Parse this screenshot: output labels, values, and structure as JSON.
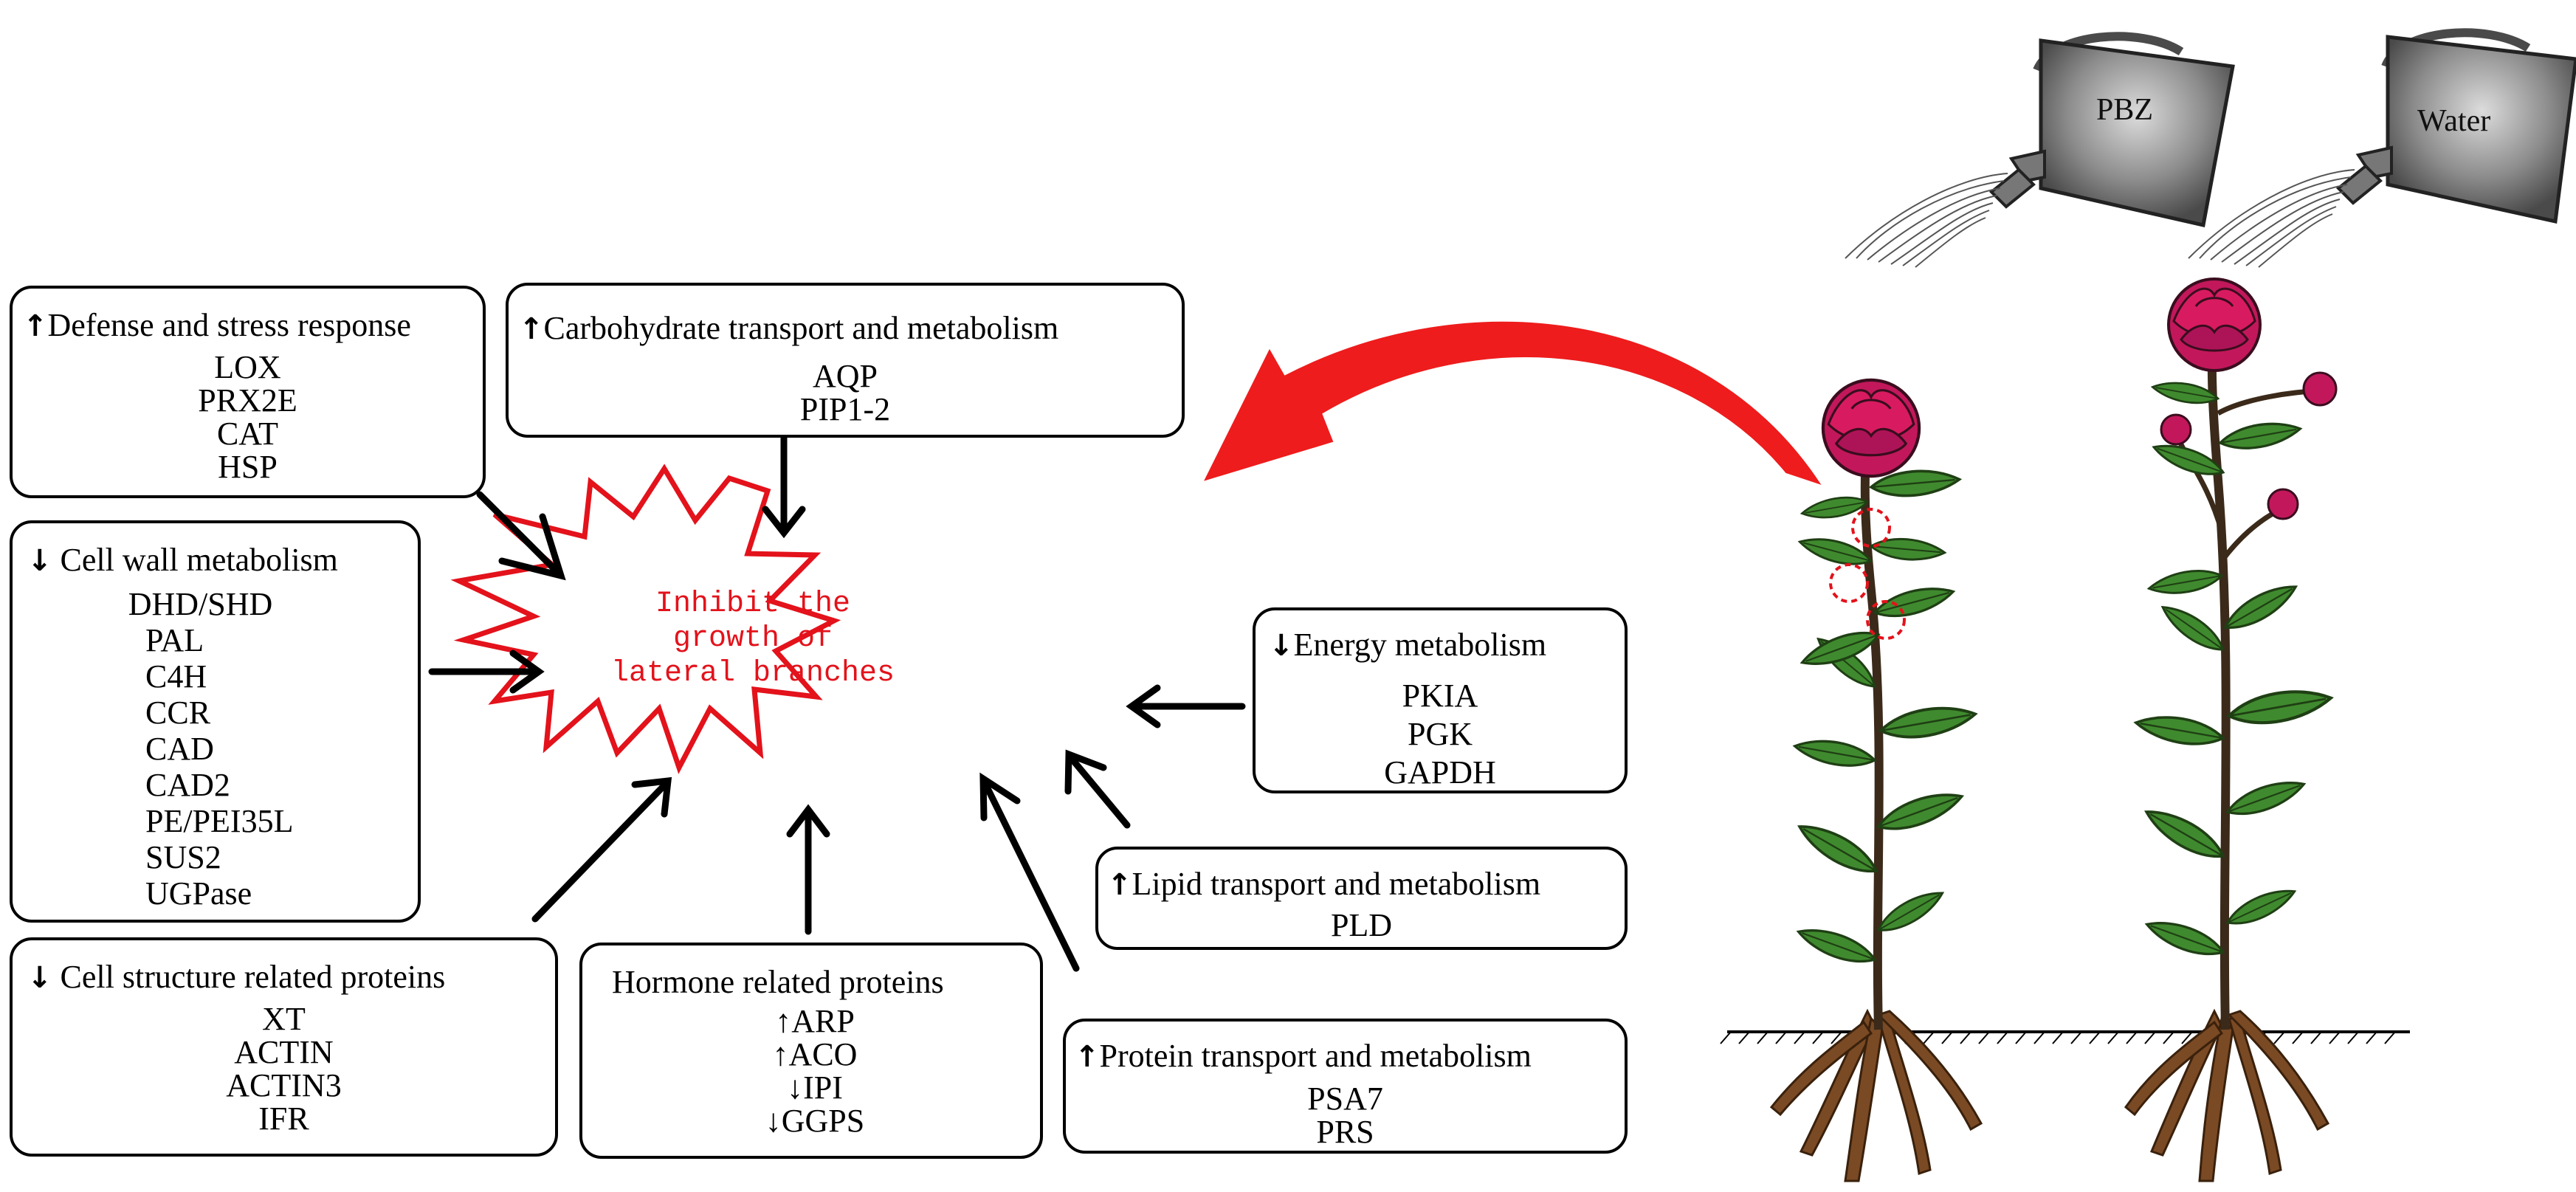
{
  "center": {
    "line1": "Inhibit the",
    "line2": "growth of",
    "line3": "lateral branches"
  },
  "boxes": {
    "defense": {
      "arrow": "↑",
      "title": "Defense and stress response",
      "items": [
        "LOX",
        "PRX2E",
        "CAT",
        "HSP"
      ]
    },
    "carbohydrate": {
      "arrow": "↑",
      "title": "Carbohydrate transport and metabolism",
      "items": [
        "AQP",
        "PIP1-2"
      ]
    },
    "cellwall": {
      "arrow": "↓",
      "title": "Cell wall metabolism",
      "items": [
        "DHD/SHD",
        "PAL",
        "C4H",
        "CCR",
        "CAD",
        "CAD2",
        "PE/PEI35L",
        "SUS2",
        "UGPase"
      ]
    },
    "energy": {
      "arrow": "↓",
      "title": "Energy metabolism",
      "items": [
        "PKIA",
        "PGK",
        "GAPDH"
      ]
    },
    "lipid": {
      "arrow": "↑",
      "title": "Lipid transport and metabolism",
      "items": [
        "PLD"
      ]
    },
    "cellstructure": {
      "arrow": "↓",
      "title": "Cell structure related proteins",
      "items": [
        "XT",
        "ACTIN",
        "ACTIN3",
        "IFR"
      ]
    },
    "hormone": {
      "title": "Hormone related proteins",
      "items": [
        "↑ARP",
        "↑ACO",
        "↓IPI",
        "↓GGPS"
      ]
    },
    "protein": {
      "arrow": "↑",
      "title": "Protein transport and metabolism",
      "items": [
        "PSA7",
        "PRS"
      ]
    }
  },
  "cans": {
    "left": "PBZ",
    "right": "Water"
  },
  "colors": {
    "burst": "#e3121b",
    "curved_arrow": "#ee1c1c",
    "flower": "#c2185b",
    "leaf": "#3f8a2e",
    "root": "#7a4a25",
    "can": "#6e6e6e"
  }
}
